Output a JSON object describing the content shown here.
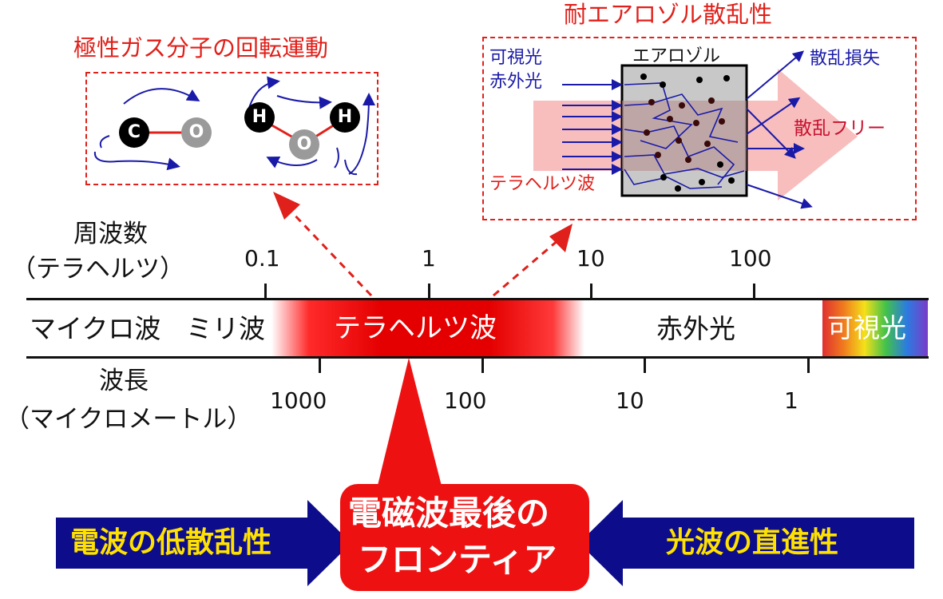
{
  "polar": {
    "title": "極性ガス分子の回転運動",
    "co": {
      "atom1": "C",
      "atom2": "O"
    },
    "h2o": {
      "atom1": "H",
      "atom2": "O",
      "atom3": "H"
    }
  },
  "aerosol": {
    "title": "耐エアロゾル散乱性",
    "box_label": "エアロゾル",
    "visible_light": "可視光",
    "infrared": "赤外光",
    "terahertz": "テラヘルツ波",
    "scatter_loss": "散乱損失",
    "scatter_free": "散乱フリー"
  },
  "scale": {
    "freq_label_1": "周波数",
    "freq_label_2": "（テラヘルツ）",
    "freq_ticks": [
      "0.1",
      "1",
      "10",
      "100"
    ],
    "wl_label_1": "波長",
    "wl_label_2": "（マイクロメートル）",
    "wl_ticks": [
      "1000",
      "100",
      "10",
      "1"
    ],
    "bands": {
      "microwave": "マイクロ波",
      "millimeter": "ミリ波",
      "terahertz": "テラヘルツ波",
      "infrared": "赤外光",
      "visible": "可視光"
    }
  },
  "bottom": {
    "left_arrow": "電波の低散乱性",
    "right_arrow": "光波の直進性",
    "center_line1": "電磁波最後の",
    "center_line2": "フロンティア"
  },
  "colors": {
    "accent_red": "#e0201a",
    "navy": "#0d0d8c",
    "yellow": "#ffe100"
  }
}
